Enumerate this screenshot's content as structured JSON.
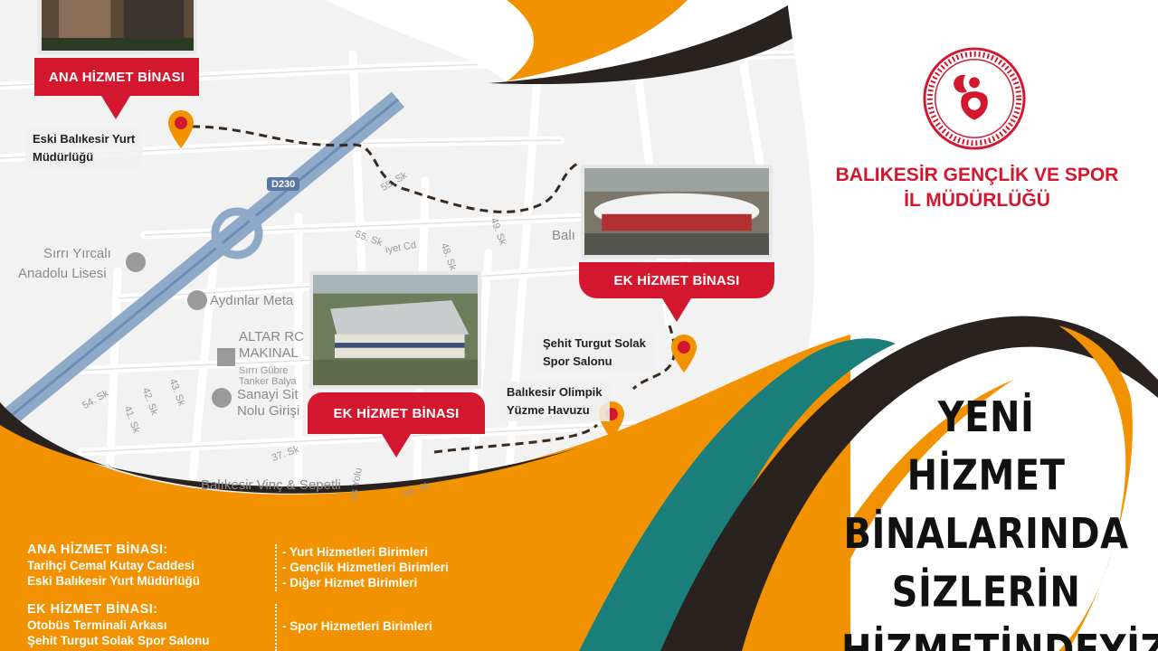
{
  "map": {
    "labels": {
      "sirri_yircali": "Sırrı Yırcalı",
      "anadolu_lisesi": "Anadolu Lisesi",
      "aydinlar": "Aydınlar Meta",
      "altar_1": "ALTAR RC",
      "altar_2": "MAKINAL",
      "gubre_1": "Sırrı Gübre",
      "gubre_2": "Tanker Balya",
      "sanayi_1": "Sanayi Sit",
      "sanayi_2": "Nolu Girişi",
      "vinc": "Balıkesir Vinç & Sepetli",
      "baliks": "Balı",
      "road_d230": "D230",
      "st_55a": "55. Sk",
      "st_55b": "55. Sk",
      "st_49": "49. Sk",
      "st_48": "48. Sk",
      "st_ce": "iyet Cd",
      "st_54": "54. Sk",
      "st_42": "42. Sk",
      "st_41": "41. Sk",
      "st_43": "43. Sk",
      "st_37": "37. Sk",
      "st_yolu": "sis Yolu",
      "st_59": "59. Sk"
    },
    "callouts": {
      "ana": "ANA HİZMET BİNASI",
      "ek_right": "EK HİZMET BİNASI",
      "ek_center": "EK HİZMET BİNASI"
    },
    "locations": {
      "yurt_1": "Eski Balıkesir Yurt",
      "yurt_2": "Müdürlüğü",
      "salon_1": "Şehit Turgut Solak",
      "salon_2": "Spor Salonu",
      "havuz_1": "Balıkesir Olimpik",
      "havuz_2": "Yüzme Havuzu"
    }
  },
  "organization": {
    "line1": "BALIKESİR GENÇLİK VE SPOR",
    "line2": "İL MÜDÜRLÜĞÜ"
  },
  "headline": {
    "line1": "YENİ",
    "line2": "HİZMET",
    "line3": "BİNALARINDA",
    "line4": "SİZLERİN",
    "line5": "HİZMETİNDEYİZ"
  },
  "info": {
    "ana_title": "ANA HİZMET BİNASI:",
    "ana_line1": "Tarihçi Cemal Kutay Caddesi",
    "ana_line2": "Eski Balıkesir Yurt Müdürlüğü",
    "ana_units_1": "- Yurt Hizmetleri Birimleri",
    "ana_units_2": "- Gençlik Hizmetleri Birimleri",
    "ana_units_3": "- Diğer Hizmet Birimleri",
    "ek_title": "EK HİZMET BİNASI:",
    "ek_line1": "Otobüs Terminali Arkası",
    "ek_line2": "Şehit Turgut Solak Spor Salonu",
    "ek_units_1": "- Spor Hizmetleri Birimleri"
  },
  "colors": {
    "brand_red": "#d3172f",
    "orange": "#f39200",
    "teal": "#1a7f7a",
    "dark": "#2a221e"
  }
}
